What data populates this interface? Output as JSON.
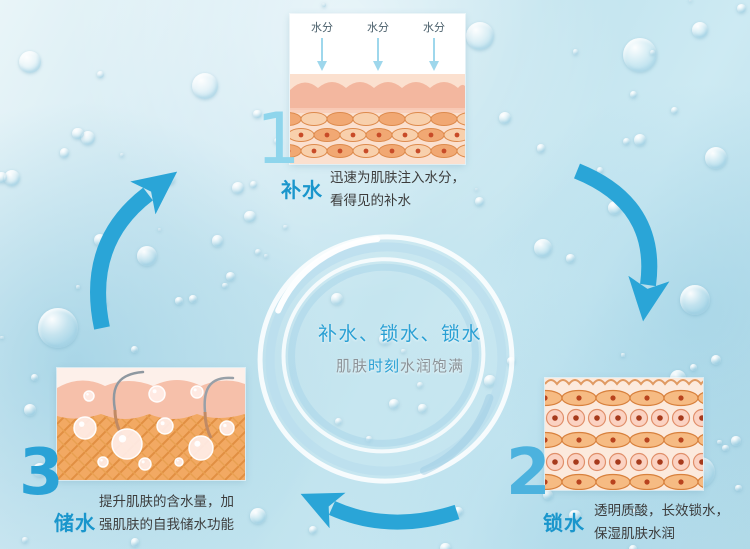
{
  "steps": [
    {
      "number": "1",
      "label": "补水",
      "desc1": "迅速为肌肤注入水分，",
      "desc2": "看得见的补水"
    },
    {
      "number": "2",
      "label": "锁水",
      "desc1": "透明质酸，长效锁水，",
      "desc2": "保湿肌肤水润"
    },
    {
      "number": "3",
      "label": "储水",
      "desc1": "提升肌肤的含水量，加",
      "desc2": "强肌肤的自我储水功能"
    }
  ],
  "center": {
    "line1": "补水、锁水、锁水",
    "line2_pre": "肌肤",
    "line2_highlight": "时刻",
    "line2_post": "水润饱满"
  },
  "diagram_top": {
    "moisture_labels": [
      "水分",
      "水分",
      "水分"
    ]
  },
  "colors": {
    "arrow_blue": "#2aa5d7",
    "label_blue": "#1a96cc",
    "number_light_blue": "#8ed5ec",
    "background_blue": "#c0e3ee"
  }
}
